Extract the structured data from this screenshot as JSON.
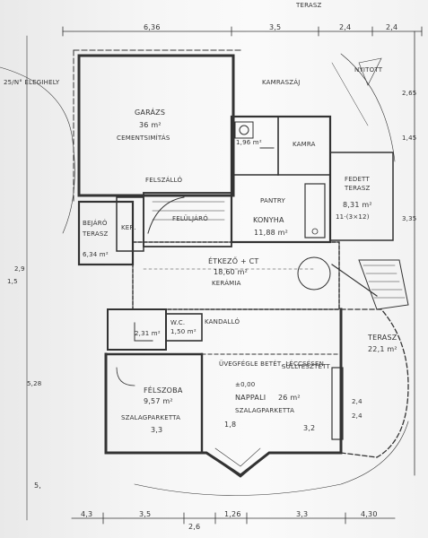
{
  "top_dims": {
    "d1": "6,36",
    "d2": "3,5",
    "d3": "2,4",
    "d4": "2,4"
  },
  "top_label": "TERASZ",
  "left_label": "25/N° ELEGIHELY",
  "rooms": {
    "garage": {
      "name": "GARÁZS",
      "area": "36 m²",
      "floor": "CEMENTSIMÍTÁS"
    },
    "kamra": "KAMRA",
    "kamra_area": "1,96 m²",
    "kanyabejaro": "KAMRASZÁJ",
    "nyitott": "NYITOTT",
    "kitchen": {
      "name": "KONYHA",
      "area": "11,88 m²"
    },
    "pantry": "PANTRY",
    "fedett": {
      "name": "FEDETT",
      "name2": "TERASZ",
      "area": "8,31 m²",
      "sub": "11·(3×12)"
    },
    "dining": {
      "name": "ÉTKEZŐ + CT",
      "area": "18,60 m²",
      "floor": "KERÁMIA"
    },
    "front": {
      "name": "BEJÁRÓ",
      "name2": "TERASZ",
      "area": "6,34 m²"
    },
    "hall": "FELÜLJÁRÓ",
    "stair_label": "FELSZÁLLÓ",
    "ker": "KER.",
    "wc": "W.C.",
    "wc_area": "1,50 m²",
    "lift_area": "2,31 m²",
    "fire": "KANDALLÓ",
    "bed": {
      "name": "FÉLSZOBA",
      "area": "9,57 m²",
      "floor": "SZALAGPARKETTA"
    },
    "living": {
      "name": "NAPPALI",
      "area": "26 m²",
      "floor": "SZALAGPARKETTA",
      "level": "±0,00"
    },
    "note": "ÜVEGFÉGLE BETÉT, LÉCCSÉSEN",
    "sub_note": "SÜLLYESZTETT",
    "terrace": {
      "name": "TERASZ",
      "area": "22,1 m²"
    }
  },
  "elev": {
    "e1": "3,3",
    "e2": "1,8",
    "e3": "3,2",
    "e4": "2,4",
    "e5": "2,4"
  },
  "side_dims": {
    "s1": "1,5",
    "s2": "5,28",
    "s3": "2,9",
    "s4": "3,35",
    "s5": "1,45",
    "s6": "2,65"
  },
  "bottom_dims": {
    "b1": "4,3",
    "b2": "3,5",
    "b3": "2,6",
    "b4": "1,26",
    "b5": "3,3",
    "b6": "4,30"
  },
  "left_mark": "5,"
}
